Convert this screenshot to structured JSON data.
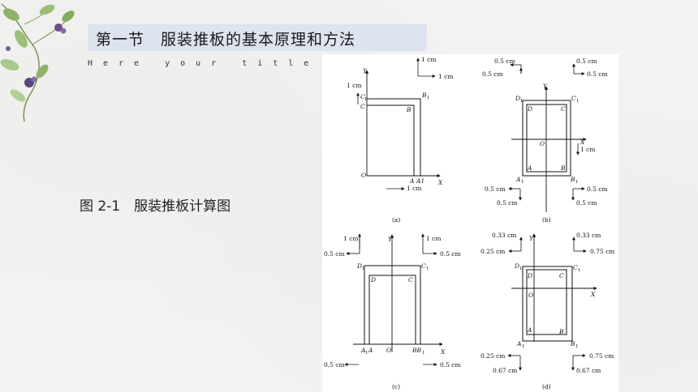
{
  "header": {
    "title": "第一节　服装推板的基本原理和方法",
    "subtitle": "Here your title"
  },
  "caption": "图 2-1　服装推板计算图",
  "figure": {
    "panels": [
      {
        "id": "a",
        "caption": "(a)",
        "shift_labels": [
          "1 cm",
          "1 cm",
          "1 cm",
          "1 cm"
        ],
        "point_labels": [
          "Y",
          "C",
          "1",
          "C",
          "B",
          "1",
          "B",
          "O",
          "A",
          "A1",
          "X"
        ]
      },
      {
        "id": "b",
        "caption": "(b)",
        "shift_labels": [
          "0.5 cm",
          "0.5 cm",
          "0.5 cm",
          "0.5 cm",
          "1 cm",
          "0.5 cm",
          "0.5 cm",
          "0.5 cm",
          "0.5 cm"
        ],
        "point_labels": [
          "Y",
          "D",
          "1",
          "D",
          "C",
          "1",
          "C",
          "O",
          "X",
          "A",
          "B",
          "A",
          "1",
          "B",
          "1"
        ]
      },
      {
        "id": "c",
        "caption": "(c)",
        "shift_labels": [
          "1 cm",
          "0.5 cm",
          "1 cm",
          "0.5 cm",
          "0.5 cm",
          "0.5 cm"
        ],
        "point_labels": [
          "Y",
          "D",
          "1",
          "C",
          "1",
          "D",
          "C",
          "A",
          "1",
          "A",
          "O",
          "BB",
          "1",
          "X"
        ]
      },
      {
        "id": "d",
        "caption": "(d)",
        "shift_labels": [
          "0.33 cm",
          "0.25 cm",
          "0.33 cm",
          "0.75 cm",
          "0.25 cm",
          "0.67 cm",
          "0.75 cm",
          "0.67 cm"
        ],
        "point_labels": [
          "Y",
          "D",
          "1",
          "C",
          "1",
          "D",
          "C",
          "O",
          "X",
          "A",
          "B",
          "A",
          "1",
          "B",
          "1"
        ]
      }
    ]
  }
}
